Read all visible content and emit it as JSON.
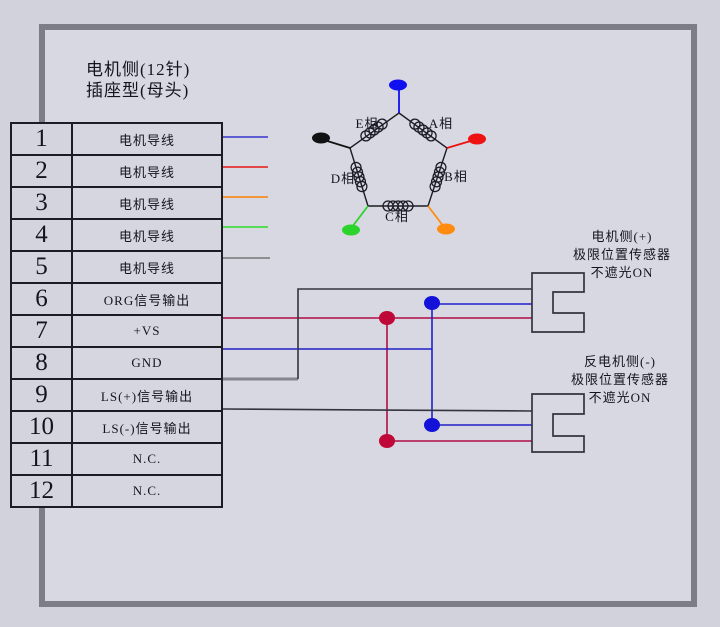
{
  "header": {
    "line1": "电机侧(12针)",
    "line2": "插座型(母头)"
  },
  "table": {
    "rows": [
      {
        "pin": "1",
        "label": "电机导线",
        "wire_color": "#5e5ed2"
      },
      {
        "pin": "2",
        "label": "电机导线",
        "wire_color": "#e24848"
      },
      {
        "pin": "3",
        "label": "电机导线",
        "wire_color": "#f2963c"
      },
      {
        "pin": "4",
        "label": "电机导线",
        "wire_color": "#58dc58"
      },
      {
        "pin": "5",
        "label": "电机导线",
        "wire_color": "#8e8e8e"
      },
      {
        "pin": "6",
        "label": "ORG信号输出"
      },
      {
        "pin": "7",
        "label": "+VS"
      },
      {
        "pin": "8",
        "label": "GND"
      },
      {
        "pin": "9",
        "label": "LS(+)信号输出"
      },
      {
        "pin": "10",
        "label": "LS(-)信号输出"
      },
      {
        "pin": "11",
        "label": "N.C."
      },
      {
        "pin": "12",
        "label": "N.C."
      }
    ]
  },
  "pentagon": {
    "phase_a": "A相",
    "phase_b": "B相",
    "phase_c": "C相",
    "phase_d": "D相",
    "phase_e": "E相",
    "terminal_colors": {
      "top": "#1010f0",
      "right": "#ee1212",
      "bottom_right": "#ff8c10",
      "bottom_left": "#2ad42a",
      "left": "#121212"
    },
    "edge_color": "#1c1c24"
  },
  "sensors": [
    {
      "line1": "电机侧(+)",
      "line2": "极限位置传感器",
      "line3": "不遮光ON"
    },
    {
      "line1": "反电机侧(-)",
      "line2": "极限位置传感器",
      "line3": "不遮光ON"
    }
  ],
  "wiring": {
    "vs_color": "#b00c46",
    "gnd_color": "#2020c8",
    "signal_color": "#343440",
    "ls_plus_stub_color": "#85858d",
    "junction_red": "#c00838",
    "junction_blue": "#1212d8"
  }
}
